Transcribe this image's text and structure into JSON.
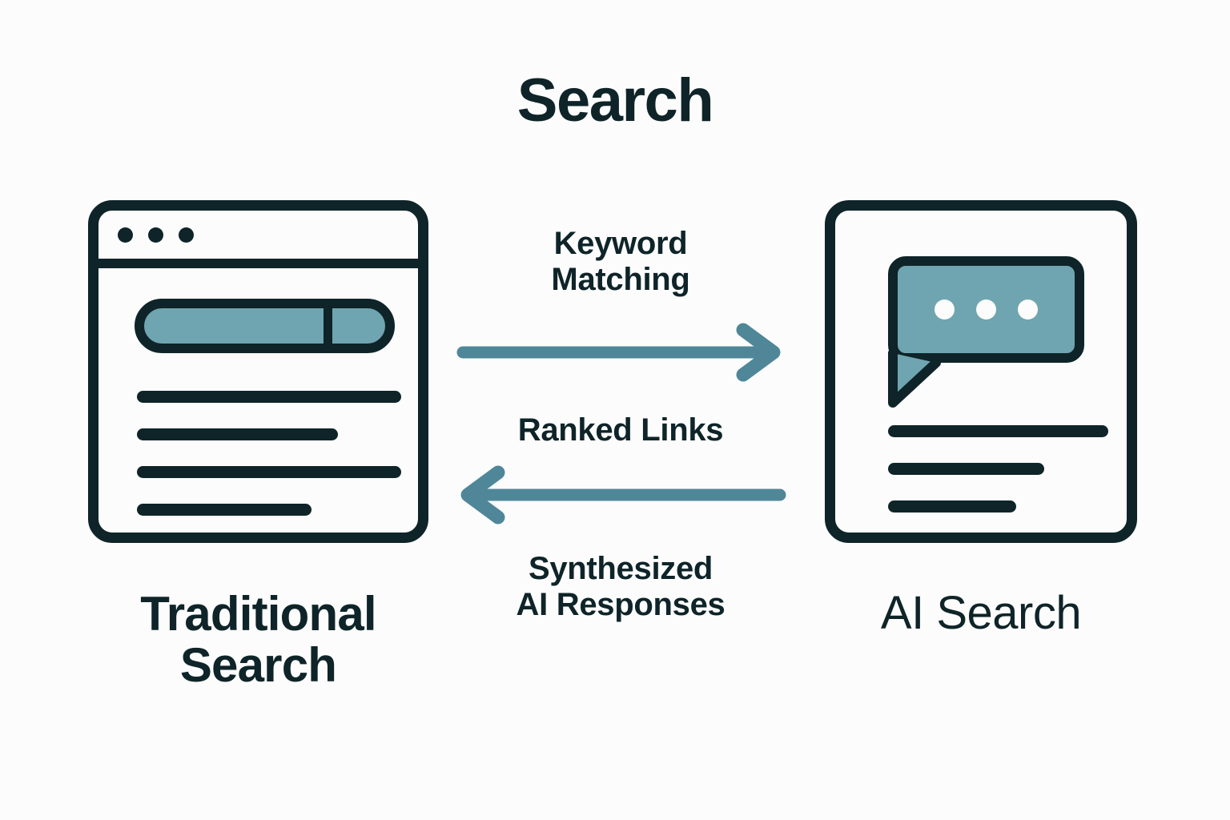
{
  "title": "Search",
  "colors": {
    "background": "#fcfcfc",
    "ink": "#0e2428",
    "accent_fill": "#6fa5b1",
    "arrow": "#4f8799"
  },
  "nodes": {
    "traditional": {
      "caption_line1": "Traditional",
      "caption_line2": "Search",
      "icon": "browser-window-icon",
      "window_dots": 3,
      "search_bar": {
        "placeholder": "",
        "value": ""
      },
      "result_line_widths": [
        "100%",
        "76%",
        "100%",
        "66%"
      ]
    },
    "ai": {
      "caption": "AI Search",
      "icon": "document-with-chat-bubble-icon",
      "bubble_dots": 3,
      "result_line_widths": [
        "100%",
        "71%",
        "58%"
      ]
    }
  },
  "flows": [
    {
      "id": "keyword-matching",
      "label_line1": "Keyword",
      "label_line2": "Matching",
      "direction": "right",
      "from": "Traditional Search",
      "to": "AI Search"
    },
    {
      "id": "ranked-links",
      "label_line1": "Ranked Links",
      "label_line2": "",
      "direction": "left",
      "from": "AI Search",
      "to": "Traditional Search"
    },
    {
      "id": "synthesized-ai-responses",
      "label_line1": "Synthesized",
      "label_line2": "AI Responses",
      "direction": "left",
      "from": "AI Search",
      "to": "Traditional Search"
    }
  ]
}
